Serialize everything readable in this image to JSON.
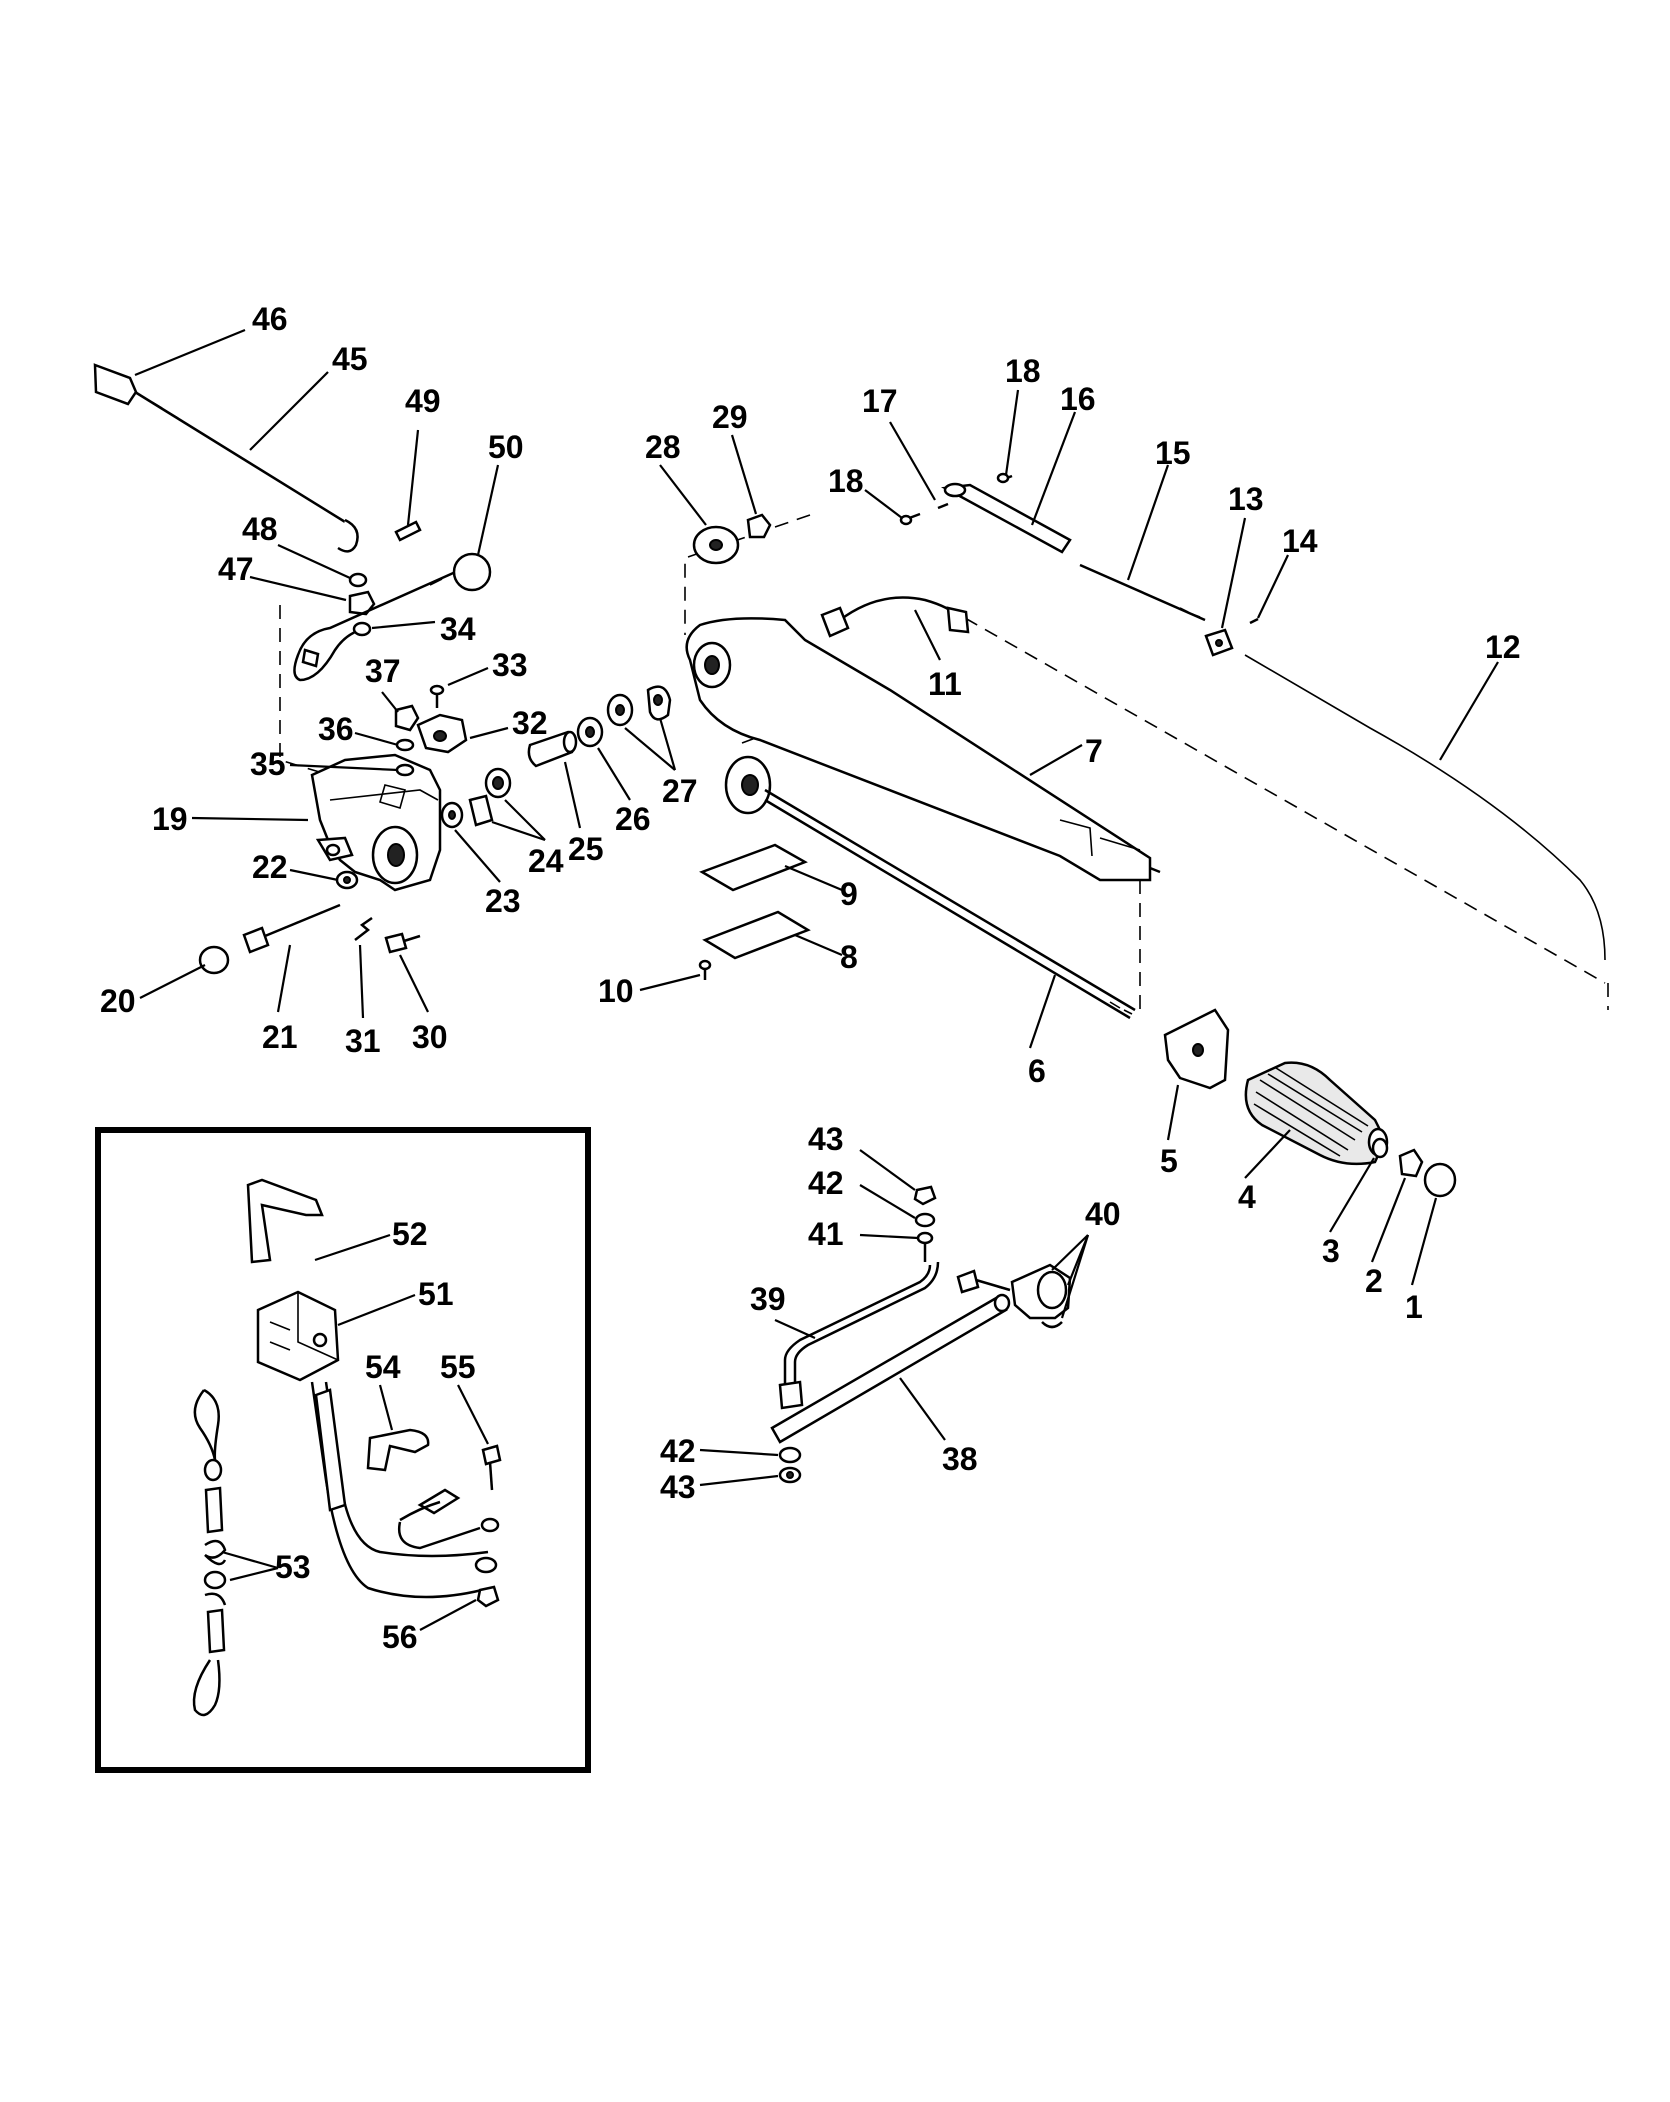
{
  "callouts": [
    {
      "id": "c1",
      "text": "1"
    },
    {
      "id": "c2",
      "text": "2"
    },
    {
      "id": "c3",
      "text": "3"
    },
    {
      "id": "c4",
      "text": "4"
    },
    {
      "id": "c5",
      "text": "5"
    },
    {
      "id": "c6",
      "text": "6"
    },
    {
      "id": "c7",
      "text": "7"
    },
    {
      "id": "c8",
      "text": "8"
    },
    {
      "id": "c9",
      "text": "9"
    },
    {
      "id": "c10",
      "text": "10"
    },
    {
      "id": "c11",
      "text": "11"
    },
    {
      "id": "c12",
      "text": "12"
    },
    {
      "id": "c13",
      "text": "13"
    },
    {
      "id": "c14",
      "text": "14"
    },
    {
      "id": "c15",
      "text": "15"
    },
    {
      "id": "c16",
      "text": "16"
    },
    {
      "id": "c17",
      "text": "17"
    },
    {
      "id": "c18a",
      "text": "18"
    },
    {
      "id": "c18b",
      "text": "18"
    },
    {
      "id": "c19",
      "text": "19"
    },
    {
      "id": "c20",
      "text": "20"
    },
    {
      "id": "c21",
      "text": "21"
    },
    {
      "id": "c22",
      "text": "22"
    },
    {
      "id": "c23",
      "text": "23"
    },
    {
      "id": "c24",
      "text": "24"
    },
    {
      "id": "c25",
      "text": "25"
    },
    {
      "id": "c26",
      "text": "26"
    },
    {
      "id": "c27",
      "text": "27"
    },
    {
      "id": "c28",
      "text": "28"
    },
    {
      "id": "c29",
      "text": "29"
    },
    {
      "id": "c30",
      "text": "30"
    },
    {
      "id": "c31",
      "text": "31"
    },
    {
      "id": "c32",
      "text": "32"
    },
    {
      "id": "c33",
      "text": "33"
    },
    {
      "id": "c34",
      "text": "34"
    },
    {
      "id": "c35",
      "text": "35"
    },
    {
      "id": "c36",
      "text": "36"
    },
    {
      "id": "c37",
      "text": "37"
    },
    {
      "id": "c38",
      "text": "38"
    },
    {
      "id": "c39",
      "text": "39"
    },
    {
      "id": "c40",
      "text": "40"
    },
    {
      "id": "c41",
      "text": "41"
    },
    {
      "id": "c42a",
      "text": "42"
    },
    {
      "id": "c42b",
      "text": "42"
    },
    {
      "id": "c43a",
      "text": "43"
    },
    {
      "id": "c43b",
      "text": "43"
    },
    {
      "id": "c45",
      "text": "45"
    },
    {
      "id": "c46",
      "text": "46"
    },
    {
      "id": "c47",
      "text": "47"
    },
    {
      "id": "c48",
      "text": "48"
    },
    {
      "id": "c49",
      "text": "49"
    },
    {
      "id": "c50",
      "text": "50"
    },
    {
      "id": "c51",
      "text": "51"
    },
    {
      "id": "c52",
      "text": "52"
    },
    {
      "id": "c53",
      "text": "53"
    },
    {
      "id": "c54",
      "text": "54"
    },
    {
      "id": "c55",
      "text": "55"
    },
    {
      "id": "c56",
      "text": "56"
    }
  ]
}
